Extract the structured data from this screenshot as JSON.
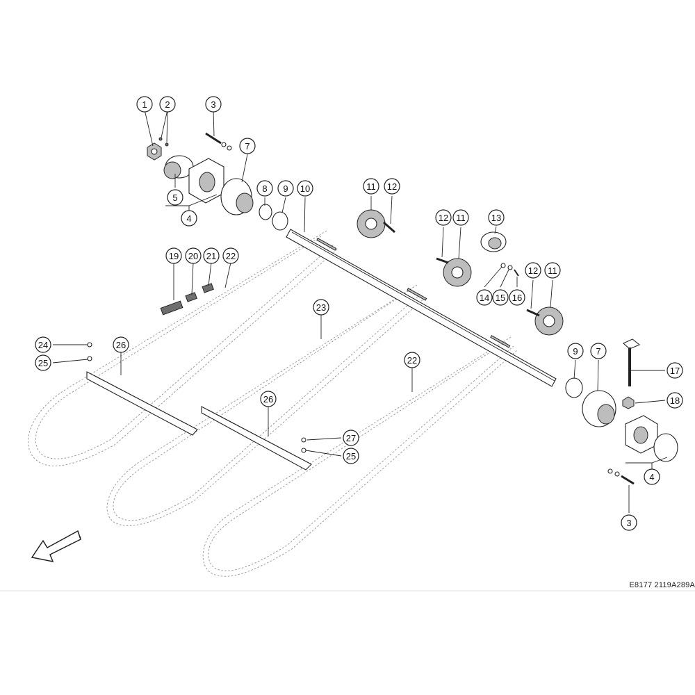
{
  "figure": {
    "reference_code": "E8177 2119A289A",
    "callouts": [
      {
        "id": "c1",
        "label": "1"
      },
      {
        "id": "c2",
        "label": "2"
      },
      {
        "id": "c3a",
        "label": "3"
      },
      {
        "id": "c3b",
        "label": "3"
      },
      {
        "id": "c4a",
        "label": "4"
      },
      {
        "id": "c4b",
        "label": "4"
      },
      {
        "id": "c5",
        "label": "5"
      },
      {
        "id": "c7a",
        "label": "7"
      },
      {
        "id": "c7b",
        "label": "7"
      },
      {
        "id": "c8",
        "label": "8"
      },
      {
        "id": "c9a",
        "label": "9"
      },
      {
        "id": "c9b",
        "label": "9"
      },
      {
        "id": "c10",
        "label": "10"
      },
      {
        "id": "c11a",
        "label": "11"
      },
      {
        "id": "c11b",
        "label": "11"
      },
      {
        "id": "c11c",
        "label": "11"
      },
      {
        "id": "c12a",
        "label": "12"
      },
      {
        "id": "c12b",
        "label": "12"
      },
      {
        "id": "c12c",
        "label": "12"
      },
      {
        "id": "c13",
        "label": "13"
      },
      {
        "id": "c14",
        "label": "14"
      },
      {
        "id": "c15",
        "label": "15"
      },
      {
        "id": "c16",
        "label": "16"
      },
      {
        "id": "c17",
        "label": "17"
      },
      {
        "id": "c18",
        "label": "18"
      },
      {
        "id": "c19",
        "label": "19"
      },
      {
        "id": "c20",
        "label": "20"
      },
      {
        "id": "c21",
        "label": "21"
      },
      {
        "id": "c22a",
        "label": "22"
      },
      {
        "id": "c22b",
        "label": "22"
      },
      {
        "id": "c23",
        "label": "23"
      },
      {
        "id": "c24",
        "label": "24"
      },
      {
        "id": "c25a",
        "label": "25"
      },
      {
        "id": "c25b",
        "label": "25"
      },
      {
        "id": "c26a",
        "label": "26"
      },
      {
        "id": "c26b",
        "label": "26"
      },
      {
        "id": "c27",
        "label": "27"
      }
    ],
    "direction_icon": "direction-arrow-icon"
  }
}
